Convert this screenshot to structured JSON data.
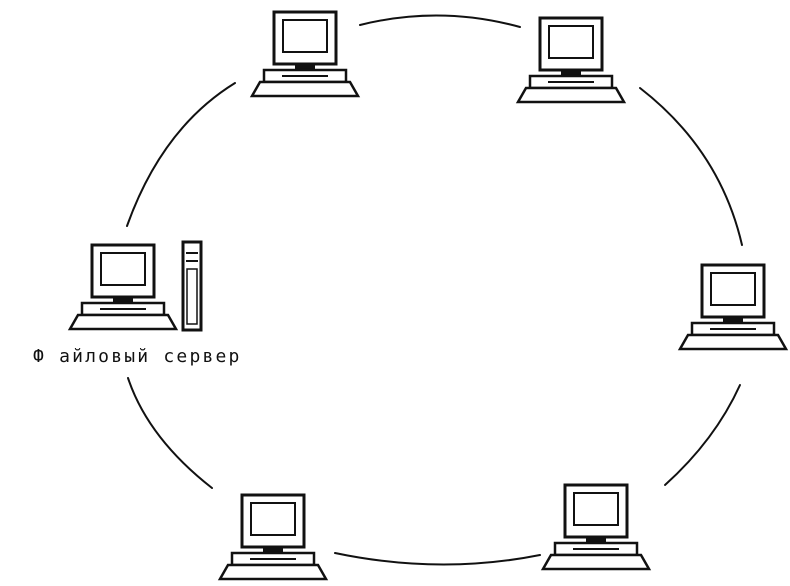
{
  "diagram": {
    "type": "ring-network",
    "server_label": "Ф айловый сервер",
    "nodes": [
      {
        "id": "node-top-left",
        "kind": "workstation"
      },
      {
        "id": "node-top-right",
        "kind": "workstation"
      },
      {
        "id": "node-right",
        "kind": "workstation"
      },
      {
        "id": "node-bottom-right",
        "kind": "workstation"
      },
      {
        "id": "node-bottom-left",
        "kind": "workstation"
      },
      {
        "id": "node-file-server",
        "kind": "file-server"
      }
    ],
    "links": [
      [
        "node-top-left",
        "node-top-right"
      ],
      [
        "node-top-right",
        "node-right"
      ],
      [
        "node-right",
        "node-bottom-right"
      ],
      [
        "node-bottom-right",
        "node-bottom-left"
      ],
      [
        "node-bottom-left",
        "node-file-server"
      ],
      [
        "node-file-server",
        "node-top-left"
      ]
    ],
    "colors": {
      "line": "#111111",
      "background": "#ffffff"
    },
    "icons": {
      "workstation": "computer-workstation-icon",
      "server": "file-server-tower-icon"
    }
  }
}
